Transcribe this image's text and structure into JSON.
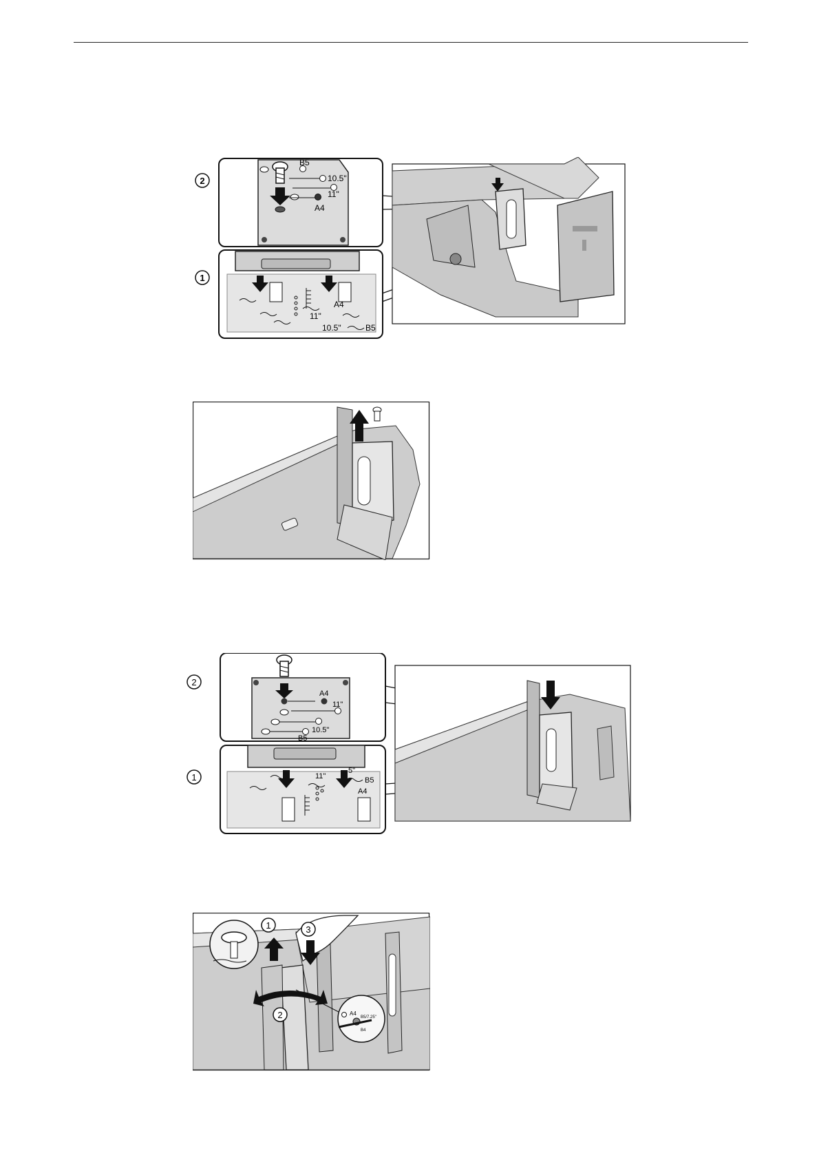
{
  "figures": {
    "fig1": {
      "callout_top": {
        "step": "2",
        "labels": {
          "b5": "B5",
          "s105": "10.5\"",
          "s11": "11\"",
          "a4": "A4"
        }
      },
      "callout_bottom": {
        "step": "1",
        "labels": {
          "a4": "A4",
          "s11": "11\"",
          "s105": "10.5\"",
          "b5": "B5"
        }
      }
    },
    "fig3": {
      "callout_top": {
        "step": "2",
        "labels": {
          "a4": "A4",
          "s11": "11\"",
          "s105": "10.5\"",
          "b5": "B5"
        }
      },
      "callout_bottom": {
        "step": "1",
        "labels": {
          "s11": "11\"",
          "b5": "B5",
          "a4": "A4",
          "s5": "5\""
        }
      }
    },
    "fig4": {
      "steps": {
        "s1": "1",
        "s2": "2",
        "s3": "3"
      },
      "zoom_labels": {
        "a4": "A4",
        "b5": "B5/7.25\"",
        "b4": "B4"
      }
    }
  }
}
